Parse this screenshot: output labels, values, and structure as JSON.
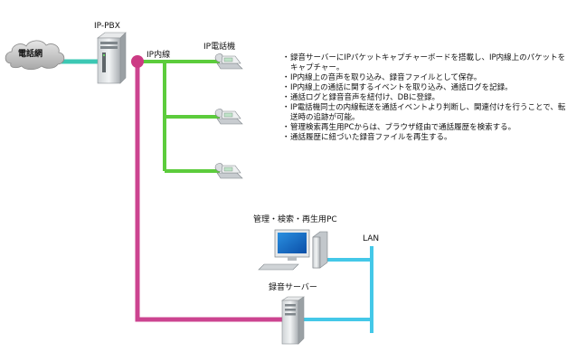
{
  "labels": {
    "pstn": "電話網",
    "pbx": "IP-PBX",
    "extension_line": "IP内線",
    "ip_phone": "IP電話機",
    "admin_pc": "管理・検索・再生用PC",
    "lan": "LAN",
    "recording_server": "録音サーバー"
  },
  "notes": [
    {
      "bullet": "・",
      "text": "録音サーバーにIPパケットキャプチャーボードを搭載し、IP内線上のパケットをキャプチャー。"
    },
    {
      "bullet": "・",
      "text": "IP内線上の音声を取り込み、録音ファイルとして保存。"
    },
    {
      "bullet": "・",
      "text": "IP内線上の通話に関するイベントを取り込み、通話ログを記録。"
    },
    {
      "bullet": "・",
      "text": "通話ログと録音音声を紐付け、DBに登録。"
    },
    {
      "bullet": "・",
      "text": "IP電話機同士の内線転送を通話イベントより判断し、関連付けを行うことで、転送時の追跡が可能。"
    },
    {
      "bullet": "・",
      "text": "管理検索再生用PCからは、ブラウザ経由で通話履歴を検索する。"
    },
    {
      "bullet": "・",
      "text": "通話履歴に紐づいた録音ファイルを再生する。"
    }
  ],
  "colors": {
    "pstn_link": "#3cc8b4",
    "extension_link": "#5ccc3c",
    "capture_link": "#cc4490",
    "lan_link": "#44c8e8"
  },
  "icons": {
    "cloud": "cloud-icon",
    "pbx": "server-tower-icon",
    "phone": "desk-phone-icon",
    "pc": "desktop-pc-icon",
    "server": "server-tower-icon"
  }
}
